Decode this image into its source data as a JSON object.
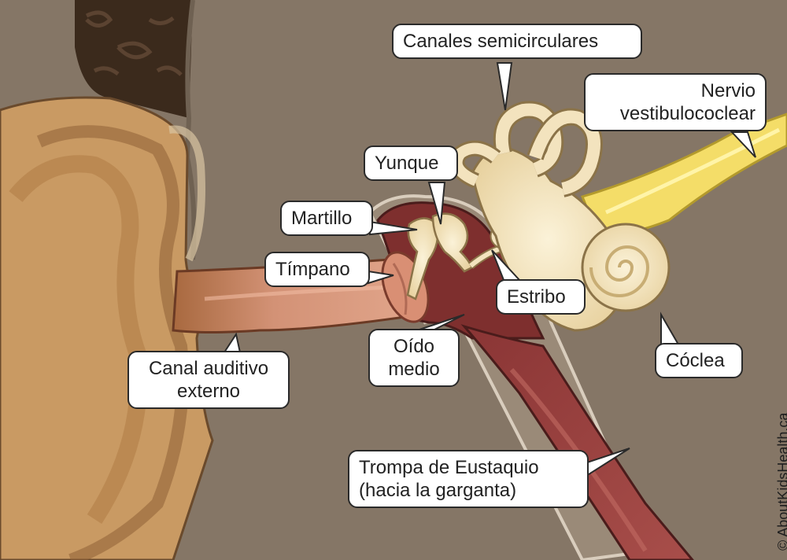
{
  "labels": {
    "semicircular_canals": "Canales semicirculares",
    "vestibulocochlear_nerve": [
      "Nervio",
      "vestibulococlear"
    ],
    "incus": "Yunque",
    "malleus": "Martillo",
    "eardrum": "Tímpano",
    "stapes": "Estribo",
    "ear_canal": [
      "Canal auditivo",
      "externo"
    ],
    "middle_ear": [
      "Oído",
      "medio"
    ],
    "cochlea": "Cóclea",
    "eustachian_tube": [
      "Trompa de Eustaquio",
      "(hacia la garganta)"
    ]
  },
  "credit": "© AboutKidsHealth.ca",
  "colors": {
    "background": "#857666",
    "skin": "#c99a63",
    "hair": "#3b2a1c",
    "canal": "#d08b6c",
    "middle_ear_cavity": "#7e2f2e",
    "bone": "#f3e3be",
    "nerve": "#f4dd68"
  }
}
